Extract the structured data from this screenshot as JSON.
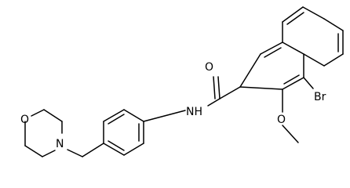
{
  "molecule": {
    "atoms": {
      "oxygen_morpholine": "O",
      "nitrogen_morpholine": "N",
      "amide_nh": "NH",
      "carbonyl_oxygen": "O",
      "methoxy_oxygen": "O",
      "bromine": "Br"
    }
  },
  "colors": {
    "bond": "#000000",
    "text": "#000000",
    "background": "#ffffff"
  }
}
